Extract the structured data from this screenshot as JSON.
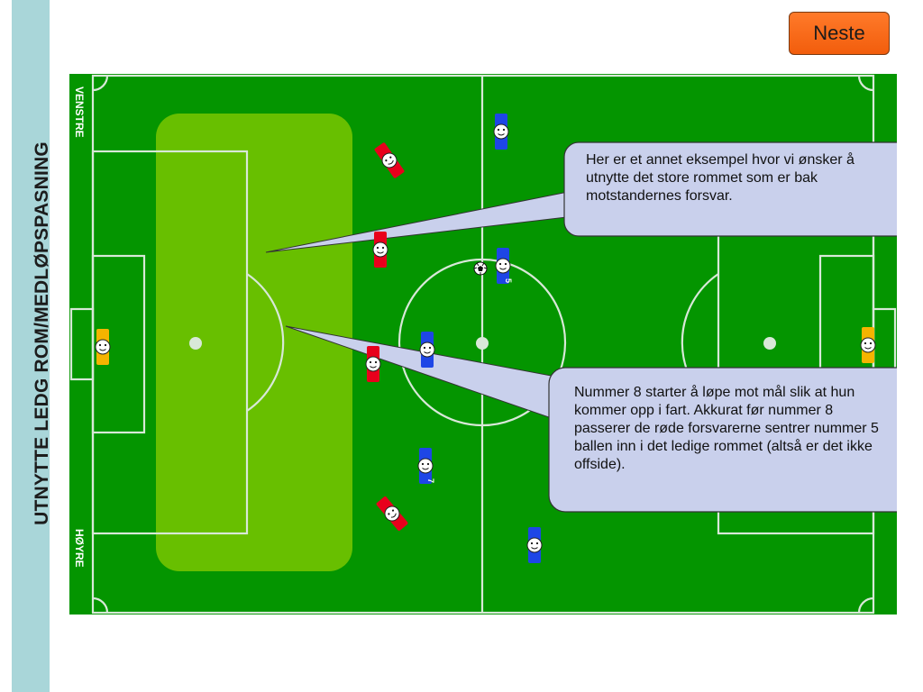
{
  "sidebar": {
    "title": "UTNYTTE LEDG ROM/MEDLØPSPASNING"
  },
  "nav": {
    "next_label": "Neste"
  },
  "pitch": {
    "left_label": "VENSTRE",
    "right_label": "HØYRE",
    "colors": {
      "grass": "#049500",
      "lines": "#d8e8d8",
      "highlight_zone": "#8fd000",
      "team_red": "#e8001c",
      "team_blue": "#1e46e6",
      "keeper": "#f5b400"
    }
  },
  "players": {
    "blue_numbers": [
      "5",
      "7"
    ]
  },
  "callouts": [
    {
      "text": "Her er et annet eksempel hvor vi ønsker å utnytte det store rommet som er bak motstandernes forsvar."
    },
    {
      "text": "Nummer 8 starter å løpe mot mål slik at hun kommer opp i fart. Akkurat før nummer 8 passerer de røde forsvarerne sentrer nummer 5 ballen inn i det ledige rommet (altså er det ikke offside)."
    }
  ]
}
